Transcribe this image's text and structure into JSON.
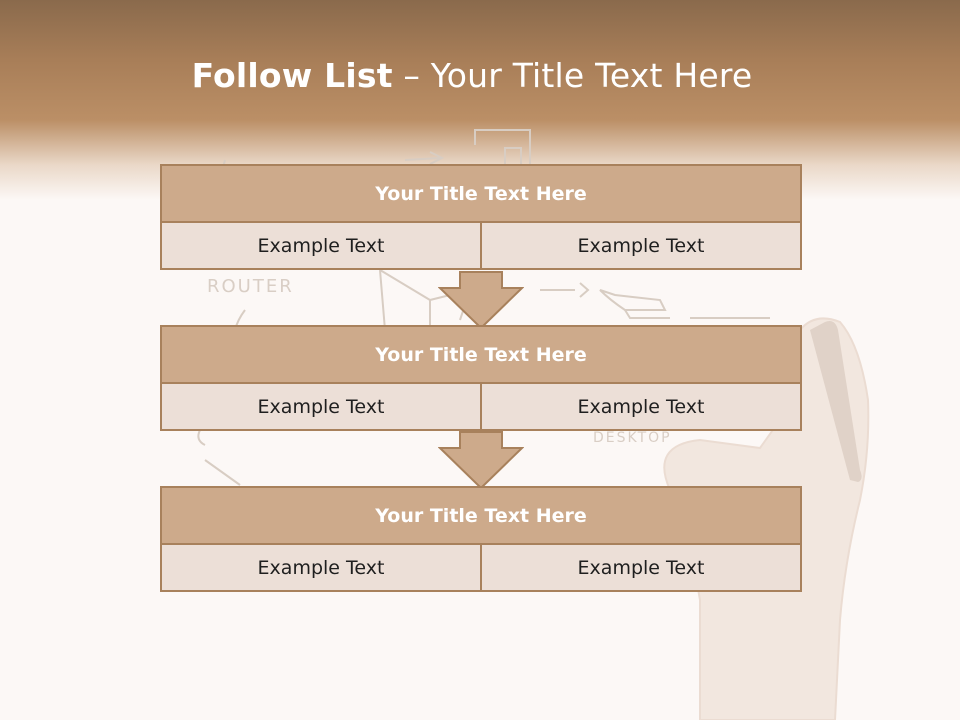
{
  "title": {
    "bold": "Follow List",
    "rest": " – Your Title Text Here"
  },
  "background_labels": [
    "ROUTER",
    "DESKTOP"
  ],
  "blocks": [
    {
      "heading": "Your Title Text Here",
      "left": "Example Text",
      "right": "Example Text"
    },
    {
      "heading": "Your Title Text Here",
      "left": "Example Text",
      "right": "Example Text"
    },
    {
      "heading": "Your Title Text Here",
      "left": "Example Text",
      "right": "Example Text"
    }
  ],
  "colors": {
    "header": "#b88c64",
    "block_heading": "#cdaa8b",
    "block_cell": "#ecdfd7",
    "border": "#a8815c"
  }
}
